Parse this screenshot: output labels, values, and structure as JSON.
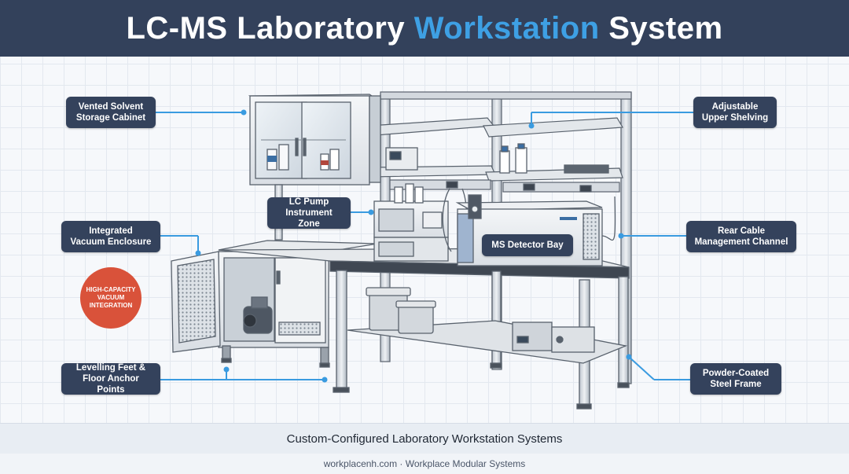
{
  "header": {
    "title_part1": "LC-MS Laboratory ",
    "title_accent": "Workstation",
    "title_part2": " System"
  },
  "callouts": {
    "vented_cabinet": [
      "Vented Solvent",
      "Storage Cabinet"
    ],
    "upper_shelving": [
      "Adjustable",
      "Upper Shelving"
    ],
    "lc_pump": [
      "LC Pump",
      "Instrument Zone"
    ],
    "vacuum_enclosure": [
      "Integrated",
      "Vacuum Enclosure"
    ],
    "rear_cable": [
      "Rear Cable",
      "Management Channel"
    ],
    "ms_detector": "MS Detector Bay",
    "levelling_feet": [
      "Levelling Feet &",
      "Floor Anchor Points"
    ],
    "frame": [
      "Powder-Coated",
      "Steel Frame"
    ]
  },
  "badge": [
    "HIGH-CAPACITY",
    "VACUUM",
    "INTEGRATION"
  ],
  "caption": "Custom-Configured Laboratory Workstation Systems",
  "footer": "workplacenh.com · Workplace Modular Systems",
  "colors": {
    "header_bg": "#33415b",
    "accent": "#3ea0e4",
    "label_bg": "#34425c",
    "leader_line": "#3a9be0",
    "badge": "#d9523a"
  }
}
